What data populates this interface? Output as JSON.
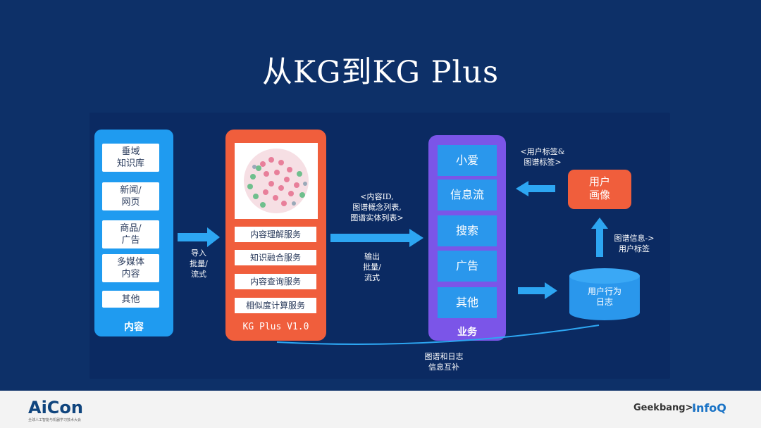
{
  "title": "从KG到KG Plus",
  "content_column": {
    "items": [
      "垂域\n知识库",
      "新闻/\n网页",
      "商品/\n广告",
      "多媒体\n内容",
      "其他"
    ],
    "label": "内容"
  },
  "import_label": "导入\n批量/\n流式",
  "kg_column": {
    "services": [
      "内容理解服务",
      "知识融合服务",
      "内容查询服务",
      "相似度计算服务"
    ],
    "version": "KG Plus V1.0"
  },
  "output_top_label": "<内容ID,\n图谱概念列表,\n图谱实体列表>",
  "output_bottom_label": "输出\n批量/\n流式",
  "business_column": {
    "items": [
      "小爱",
      "信息流",
      "搜索",
      "广告",
      "其他"
    ],
    "label": "业务"
  },
  "profile_tags_label": "<用户标签&\n图谱标签>",
  "profile_label": "用户\n画像",
  "graph_to_tag_label": "图谱信息->\n用户标签",
  "behavior_log_label": "用户行为\n日志",
  "feedback_label": "图谱和日志\n信息互补",
  "footer": {
    "left_logo": "AiCon",
    "left_sub": "全球人工智能与机器学习技术大会",
    "right_logo_1": "Geekbang>.",
    "right_logo_2": "InfoQ"
  },
  "colors": {
    "background": "#0d3068",
    "content_blue": "#1f9bf0",
    "kg_orange": "#f05e3c",
    "biz_purple": "#7b55e8",
    "arrow_blue": "#2da6f2"
  }
}
